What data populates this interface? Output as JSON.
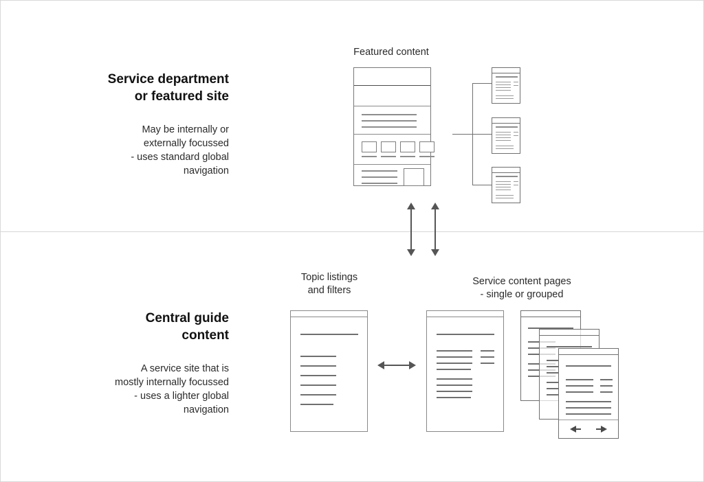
{
  "diagram": {
    "background_color": "#ffffff",
    "line_color": "#8a8a8a",
    "arrow_color": "#555555",
    "divider_color": "#d6d6d6"
  },
  "top_section": {
    "caption": {
      "title": "Service department\nor featured site",
      "body": "May be internally or\nexternally focussed\n- uses standard global\nnavigation"
    },
    "featured_label": "Featured content",
    "featured_page": {
      "name": "featured-content-page",
      "bands": [
        {
          "name": "global-navigation-bar"
        },
        {
          "name": "hero-banner"
        },
        {
          "name": "intro-text-block",
          "lines": 3
        },
        {
          "name": "card-row",
          "cards": 4
        },
        {
          "name": "promo-block",
          "lines": 3,
          "has_image": true
        }
      ]
    },
    "child_pages": [
      {
        "name": "child-page-1"
      },
      {
        "name": "child-page-2"
      },
      {
        "name": "child-page-3"
      }
    ]
  },
  "connector": {
    "name": "vertical-double-arrows",
    "count": 2,
    "direction": "both"
  },
  "bottom_section": {
    "caption": {
      "title": "Central guide\ncontent",
      "body": "A service site that is\nmostly internally focussed\n- uses a lighter global\nnavigation"
    },
    "listings_label": "Topic listings\nand filters",
    "content_label": "Service content pages\n- single or grouped",
    "listings_page": {
      "name": "topic-listing-page",
      "title_lines": 1,
      "list_items": 6
    },
    "content_page": {
      "name": "service-content-page",
      "title_lines": 1,
      "body_lines": 8,
      "sidebar_lines": 3
    },
    "grouped_pages": {
      "name": "grouped-service-pages",
      "count": 3,
      "pager": {
        "prev_label": "previous-page-arrow",
        "next_label": "next-page-arrow"
      }
    },
    "link_arrow": {
      "name": "listings-to-content-arrow",
      "direction": "both"
    }
  }
}
